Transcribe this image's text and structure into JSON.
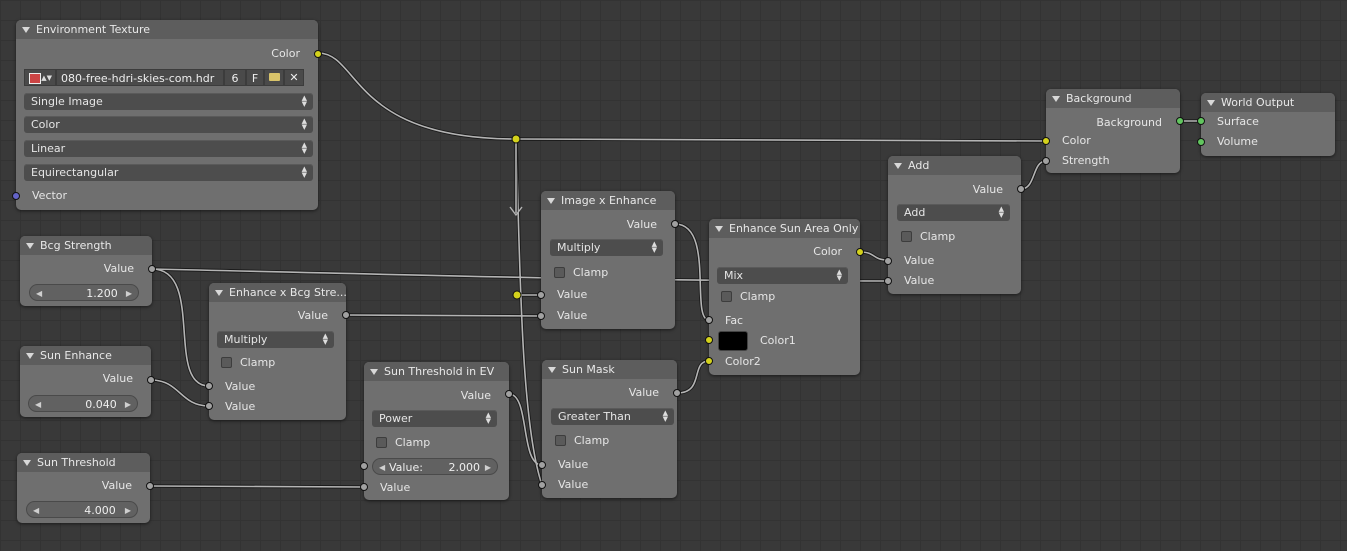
{
  "nodes": {
    "env": {
      "title": "Environment Texture",
      "out_color": "Color",
      "image_name": "080-free-hdri-skies-com.hdr",
      "users": "6",
      "fake_user": "F",
      "source": "Single Image",
      "color_space": "Color",
      "interpolation": "Linear",
      "projection": "Equirectangular",
      "in_vector": "Vector"
    },
    "background": {
      "title": "Background",
      "out": "Background",
      "in_color": "Color",
      "in_strength": "Strength"
    },
    "world_output": {
      "title": "World Output",
      "in_surface": "Surface",
      "in_volume": "Volume"
    },
    "add": {
      "title": "Add",
      "out": "Value",
      "op": "Add",
      "clamp": "Clamp",
      "in1": "Value",
      "in2": "Value"
    },
    "image_enhance": {
      "title": "Image x Enhance",
      "out": "Value",
      "op": "Multiply",
      "clamp": "Clamp",
      "in1": "Value",
      "in2": "Value"
    },
    "enhance_sun": {
      "title": "Enhance Sun Area Only",
      "out": "Color",
      "op": "Mix",
      "clamp": "Clamp",
      "in_fac": "Fac",
      "in_color1": "Color1",
      "in_color2": "Color2"
    },
    "bcg_strength": {
      "title": "Bcg Strength",
      "out": "Value",
      "value": "1.200"
    },
    "enhance_bcg": {
      "title": "Enhance x Bcg Stre...",
      "out": "Value",
      "op": "Multiply",
      "clamp": "Clamp",
      "in1": "Value",
      "in2": "Value"
    },
    "sun_enhance": {
      "title": "Sun Enhance",
      "out": "Value",
      "value": "0.040"
    },
    "sun_threshold_ev": {
      "title": "Sun Threshold in EV",
      "out": "Value",
      "op": "Power",
      "clamp": "Clamp",
      "value_label": "Value:",
      "value": "2.000",
      "in2": "Value"
    },
    "sun_mask": {
      "title": "Sun Mask",
      "out": "Value",
      "op": "Greater Than",
      "clamp": "Clamp",
      "in1": "Value",
      "in2": "Value"
    },
    "sun_threshold": {
      "title": "Sun Threshold",
      "out": "Value",
      "value": "4.000"
    }
  },
  "colors": {
    "background": "#393939",
    "node_body": "#6f6f6f",
    "node_header": "#5d5d5d",
    "socket_color": "#d4d21c",
    "socket_value": "#a1a1a1",
    "socket_vector": "#6363c7",
    "socket_shader": "#62c55f",
    "wire": "#b4b4b4"
  }
}
